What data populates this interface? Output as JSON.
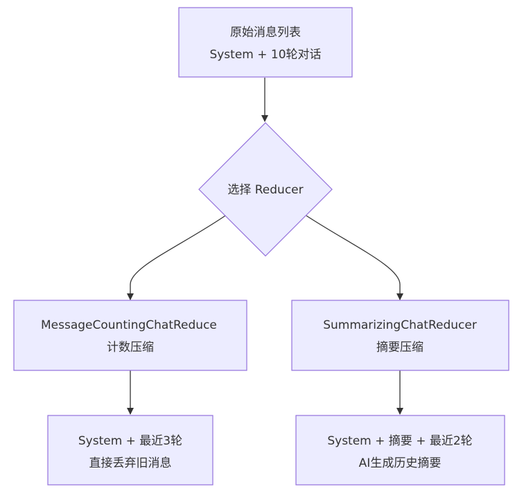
{
  "diagram": {
    "colors": {
      "node_fill": "#ECECFF",
      "node_stroke": "#9370DB",
      "edge": "#333333",
      "text": "#333333"
    },
    "nodes": {
      "source": {
        "line1": "原始消息列表",
        "line2": "System + 10轮对话"
      },
      "decision": {
        "label": "选择 Reducer"
      },
      "counting": {
        "line1": "MessageCountingChatReduce",
        "line2": "计数压缩"
      },
      "summarizing": {
        "line1": "SummarizingChatReducer",
        "line2": "摘要压缩"
      },
      "counting_result": {
        "line1": "System + 最近3轮",
        "line2": "直接丢弃旧消息"
      },
      "summarizing_result": {
        "line1": "System + 摘要 + 最近2轮",
        "line2": "AI生成历史摘要"
      }
    },
    "edges": [
      {
        "from": "source",
        "to": "decision"
      },
      {
        "from": "decision",
        "to": "counting"
      },
      {
        "from": "decision",
        "to": "summarizing"
      },
      {
        "from": "counting",
        "to": "counting_result"
      },
      {
        "from": "summarizing",
        "to": "summarizing_result"
      }
    ]
  }
}
